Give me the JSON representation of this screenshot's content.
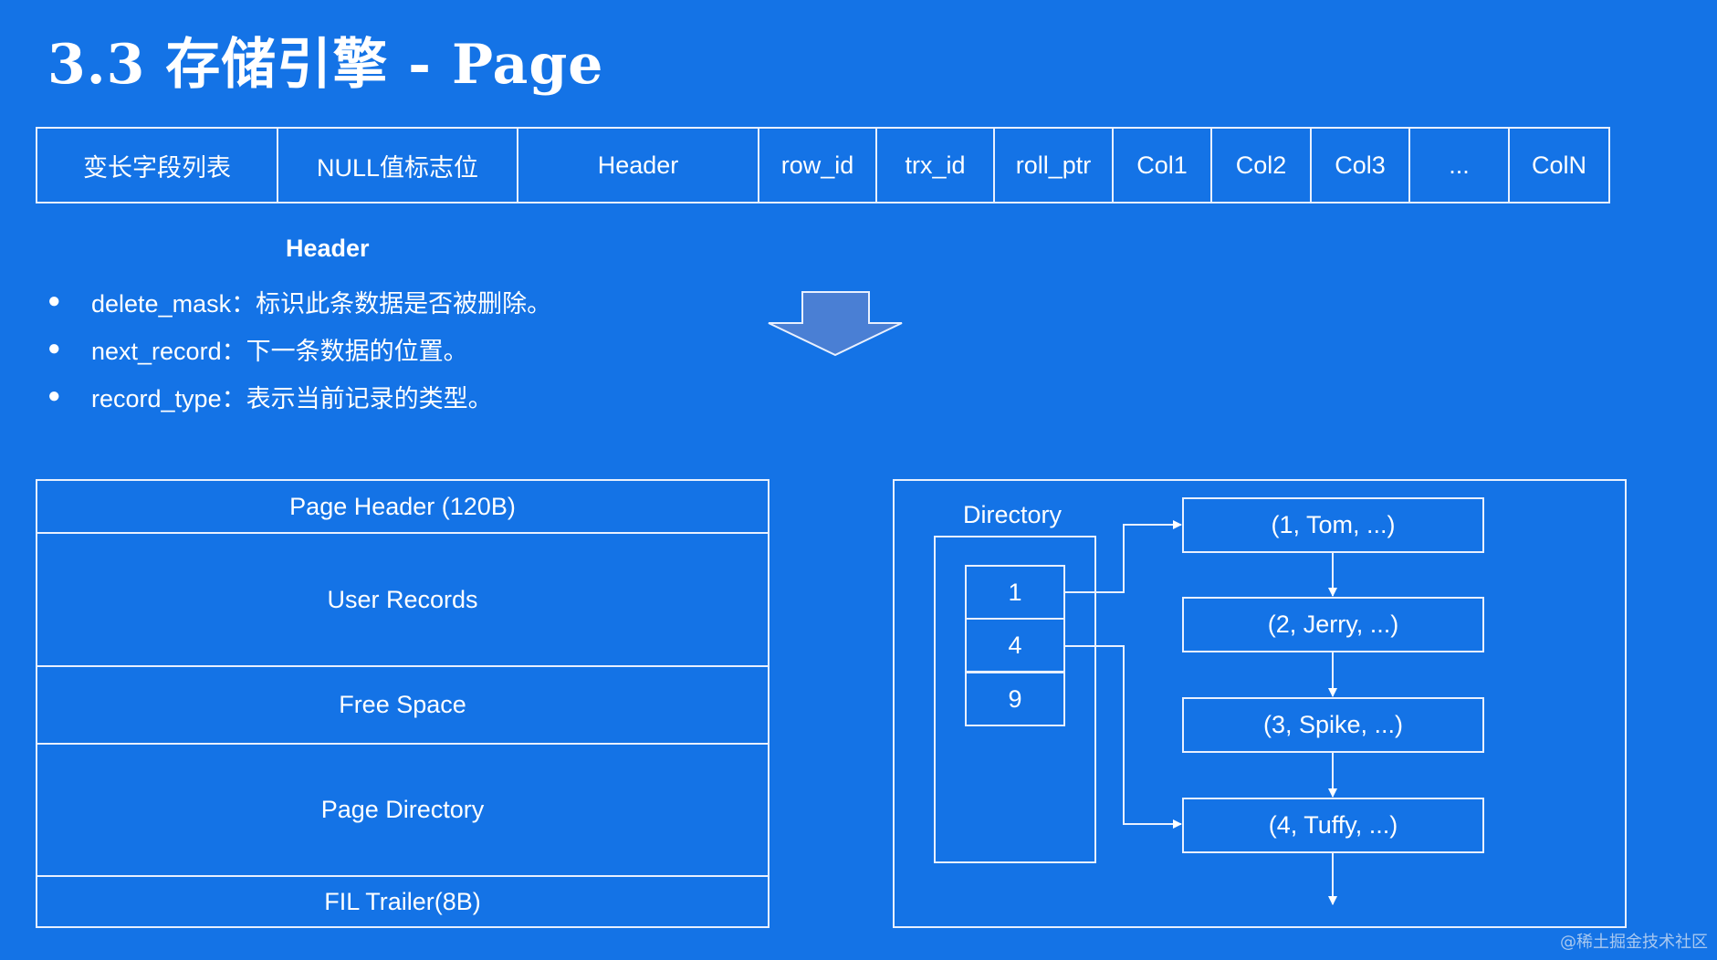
{
  "title": "3.3 存储引擎 - Page",
  "row_format": {
    "cells": [
      "变长字段列表",
      "NULL值标志位",
      "Header",
      "row_id",
      "trx_id",
      "roll_ptr",
      "Col1",
      "Col2",
      "Col3",
      "...",
      "ColN"
    ]
  },
  "header_section": {
    "label": "Header",
    "bullets": [
      {
        "field": "delete_mask：",
        "desc": "标识此条数据是否被删除。"
      },
      {
        "field": "next_record：",
        "desc": "下一条数据的位置。"
      },
      {
        "field": "record_type：",
        "desc": "表示当前记录的类型。"
      }
    ]
  },
  "page_structure": {
    "sections": [
      "Page Header (120B)",
      "User Records",
      "Free Space",
      "Page Directory",
      "FIL Trailer(8B)"
    ]
  },
  "directory_diagram": {
    "title": "Directory",
    "slots": [
      "1",
      "4",
      "9"
    ],
    "records": [
      "(1, Tom, ...)",
      "(2, Jerry, ...)",
      "(3, Spike, ...)",
      "(4, Tuffy, ...)"
    ]
  },
  "colors": {
    "background": "#1473e6",
    "line": "#e8f0ff",
    "arrow_fill": "#4a7fd4"
  },
  "watermark": "@稀土掘金技术社区"
}
